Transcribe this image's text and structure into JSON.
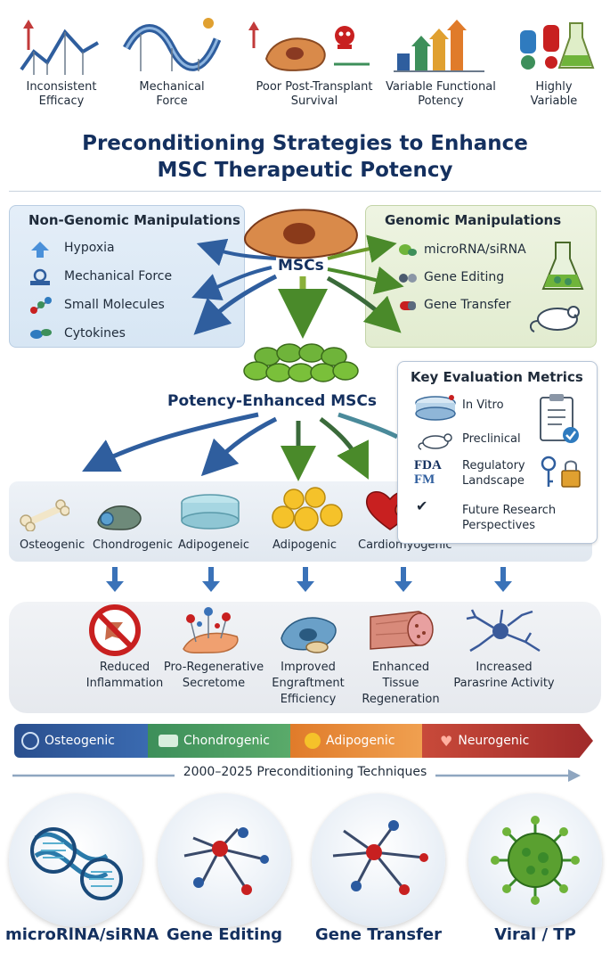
{
  "challenges": [
    {
      "label": "Inconsistent\nEfficacy",
      "icon": "rollercoaster-chart-icon"
    },
    {
      "label": "Mechanical\nForce",
      "icon": "wave-track-icon"
    },
    {
      "label": "Poor Post-Transplant\nSurvival",
      "icon": "dying-cell-skull-icon"
    },
    {
      "label": "Variable Functional\nPotency",
      "icon": "rising-arrows-icon"
    },
    {
      "label": "Highly\nVariable",
      "icon": "flask-icon"
    }
  ],
  "title": {
    "line1": "Preconditioning Strategies to Enhance",
    "line2": "MSC Therapeutic Potency"
  },
  "non_genomic": {
    "heading": "Non-Genomic Manipulations",
    "items": [
      "Hypoxia",
      "Mechanical Force",
      "Small Molecules",
      "Cytokines"
    ]
  },
  "genomic": {
    "heading": "Genomic Manipulations",
    "items": [
      "microRNA/siRNA",
      "Gene Editing",
      "Gene Transfer"
    ]
  },
  "center": {
    "msc_label": "MSCs",
    "potency_label": "Potency-Enhanced MSCs"
  },
  "metrics": {
    "heading": "Key Evaluation Metrics",
    "items": [
      "In Vitro",
      "Preclinical",
      "Regulatory\nLandscape",
      "Future Research\nPerspectives"
    ],
    "fda_text": "FDA",
    "fm_text": "FM"
  },
  "differentiation": [
    "Osteogenic",
    "Chondrogenic",
    "Adipogeneic",
    "Adipogenic",
    "Cardiomyogenic"
  ],
  "outcomes": [
    "Reduced\nInflammation",
    "Pro-Regenerative\nSecretome",
    "Improved\nEngraftment\nEfficiency",
    "Enhanced\nTissue\nRegeneration",
    "Increased\nParasrine Activity"
  ],
  "ribbon": [
    "Osteogenic",
    "Chondrogenic",
    "Adipogenic",
    "Neurogenic"
  ],
  "ribbon_colors": [
    "#2f5e9e",
    "#3d8f5a",
    "#e07b2a",
    "#b83a3a"
  ],
  "timeline": "2000–2025 Preconditioning Techniques",
  "techniques": [
    "microRlNA/siRNA",
    "Gene Editing",
    "Gene Transfer",
    "Viral / TP"
  ]
}
